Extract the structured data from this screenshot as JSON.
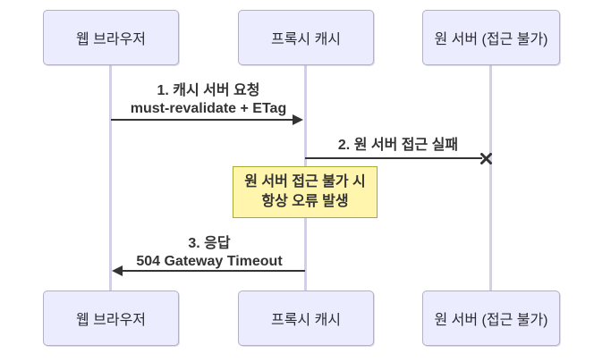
{
  "diagram": {
    "kind": "sequence-diagram",
    "actors": [
      {
        "id": "browser",
        "label": "웹 브라우저"
      },
      {
        "id": "proxy",
        "label": "프록시 캐시"
      },
      {
        "id": "origin",
        "label": "원 서버 (접근 불가)"
      }
    ],
    "messages": [
      {
        "seq": "1",
        "from": "웹 브라우저",
        "to": "프록시 캐시",
        "label": "1. 캐시 서버 요청",
        "detail": "must-revalidate + ETag",
        "arrow": "solid-filled-right"
      },
      {
        "seq": "2",
        "from": "프록시 캐시",
        "to": "원 서버 (접근 불가)",
        "label": "2. 원 서버 접근 실패",
        "detail": "",
        "arrow": "solid-cross-end"
      },
      {
        "seq": "3",
        "from": "프록시 캐시",
        "to": "웹 브라우저",
        "label": "3. 응답",
        "detail": "504 Gateway Timeout",
        "arrow": "solid-filled-left"
      }
    ],
    "note": {
      "over": "프록시 캐시",
      "lines": [
        "원 서버 접근 불가 시",
        "항상 오류 발생"
      ]
    },
    "colors": {
      "background": "#FFFFFF",
      "actor_fill": "#ECECFF",
      "actor_border": "#B4B0C5",
      "lifeline": "#D2CFE6",
      "message_line": "#333333",
      "message_text": "#333333",
      "note_fill": "#FFF5AD",
      "note_border": "#AAAA33"
    }
  }
}
